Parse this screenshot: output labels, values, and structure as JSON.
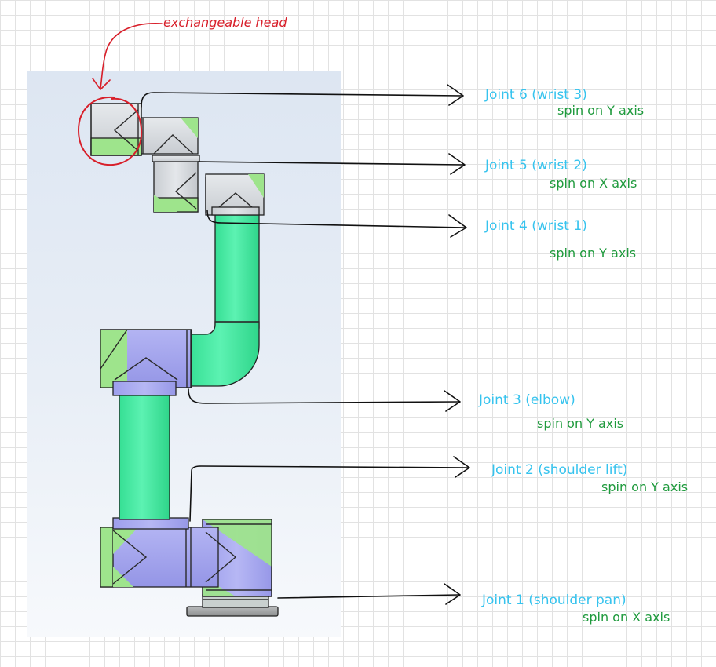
{
  "colors": {
    "joint_label": "#36c3ee",
    "axis_label": "#1f9a3d",
    "callout": "#d81f2a",
    "link": "#3ee89e",
    "shoulder": "#a9aaf0",
    "wrist": "#d6dadf",
    "cap": "#9ee48c",
    "base": "#a7a9aa"
  },
  "callout": {
    "text": "exchangeable head"
  },
  "joints": [
    {
      "name": "Joint 6 (wrist 3)",
      "axis": "spin on Y axis"
    },
    {
      "name": "Joint 5 (wrist 2)",
      "axis": "spin on X axis"
    },
    {
      "name": "Joint 4 (wrist 1)",
      "axis": "spin on Y axis"
    },
    {
      "name": "Joint 3 (elbow)",
      "axis": "spin on Y axis"
    },
    {
      "name": "Joint 2 (shoulder lift)",
      "axis": "spin on Y axis"
    },
    {
      "name": "Joint 1 (shoulder pan)",
      "axis": "spin on X axis"
    }
  ]
}
